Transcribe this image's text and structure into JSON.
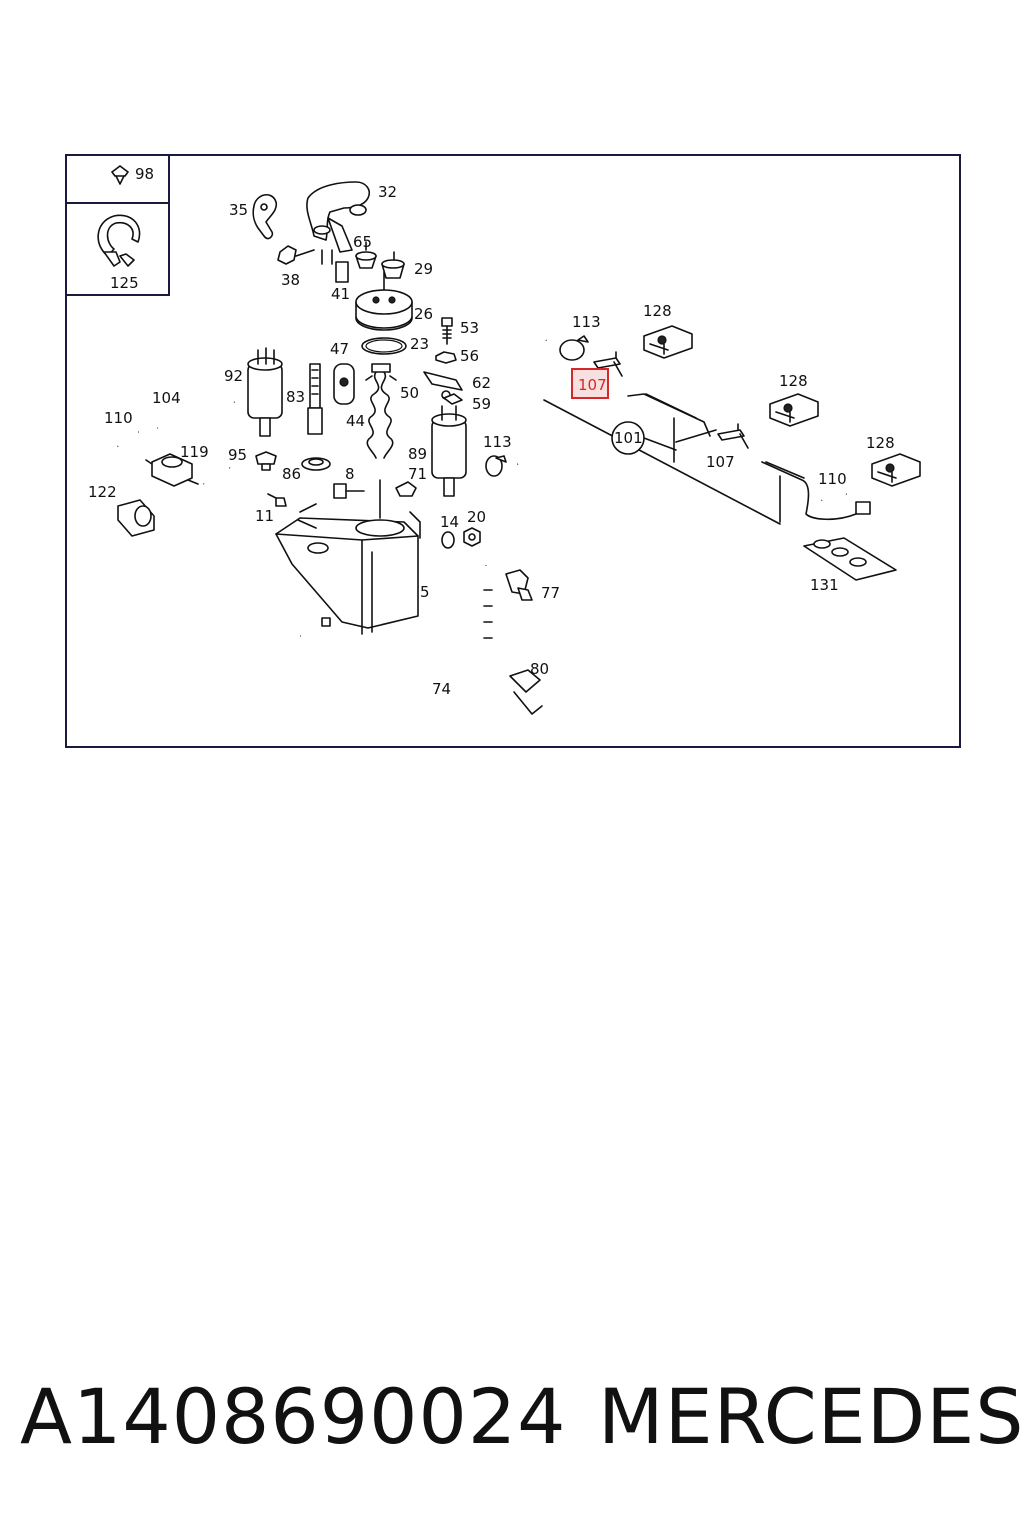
{
  "diagram": {
    "callouts": [
      "98",
      "125",
      "35",
      "32",
      "65",
      "29",
      "38",
      "41",
      "26",
      "53",
      "23",
      "56",
      "92",
      "47",
      "62",
      "59",
      "50",
      "83",
      "104",
      "44",
      "110",
      "89",
      "113",
      "119",
      "95",
      "86",
      "8",
      "71",
      "122",
      "11",
      "14",
      "20",
      "5",
      "77",
      "74",
      "80",
      "113",
      "128",
      "107",
      "101",
      "128",
      "107",
      "128",
      "110",
      "131"
    ],
    "highlighted_callout": "107",
    "highlight_color": "#d62828"
  },
  "footer": {
    "part_number": "A1408690024",
    "brand": "MERCEDES"
  }
}
